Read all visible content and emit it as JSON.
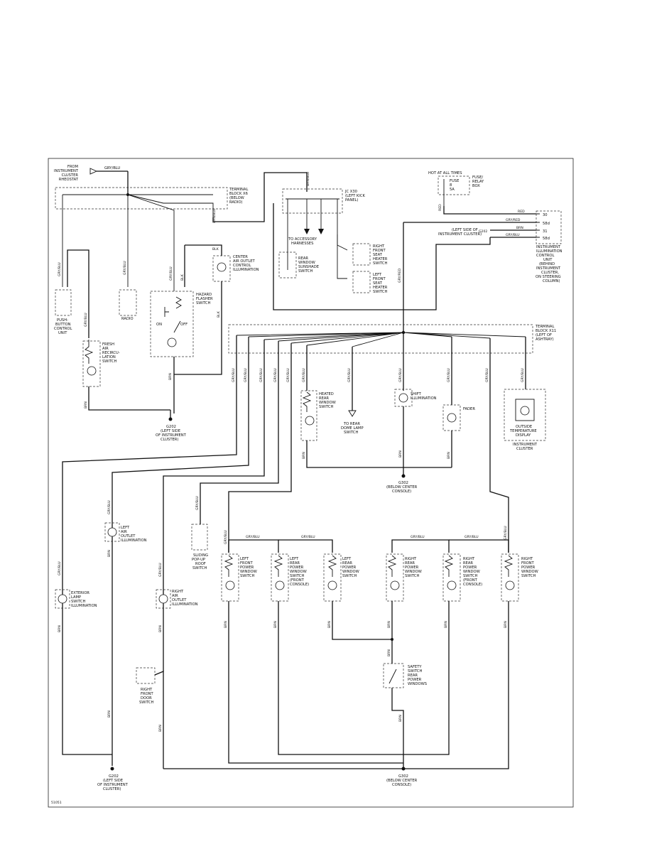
{
  "labels": {
    "from_rheostat": [
      "FROM",
      "INSTRUMENT",
      "CLUSTER",
      "RHEOSTAT"
    ],
    "tb_x6": [
      "TERMINAL",
      "BLOCK X6",
      "(BELOW",
      "RADIO)"
    ],
    "jc_x30": [
      "JC X30",
      "(LEFT KICK",
      "PANEL)"
    ],
    "hot": "HOT AT ALL TIMES",
    "fuse": [
      "FUSE",
      "8",
      "5A"
    ],
    "fuse_relay": [
      "FUSE/",
      "RELAY",
      "BOX"
    ],
    "g202_cluster": [
      "(LEFT SIDE OF",
      "INSTRUMENT CLUSTER)"
    ],
    "g202_ref": "G202",
    "icu": [
      "INSTRUMENT",
      "ILLUMINATION",
      "CONTROL",
      "UNIT",
      "(BEHIND",
      "INSTRUMENT",
      "CLUSTER,",
      "ON STEERING",
      "COLUMN)"
    ],
    "icu_pins": [
      "30",
      "58d",
      "31",
      "58d"
    ],
    "center_air": [
      "CENTER",
      "AIR OUTLET",
      "CONTROL",
      "ILLUMINATION"
    ],
    "accessory": [
      "TO ACCESSORY",
      "HARNESSES"
    ],
    "rear_sunshade": [
      "REAR",
      "WINDOW",
      "SUNSHADE",
      "SWITCH"
    ],
    "rf_seat": [
      "RIGHT",
      "FRONT",
      "SEAT",
      "HEATER",
      "SWITCH"
    ],
    "lf_seat": [
      "LEFT",
      "FRONT",
      "SEAT",
      "HEATER",
      "SWITCH"
    ],
    "push_button": [
      "PUSH-",
      "BUTTON",
      "CONTROL",
      "UNIT"
    ],
    "radio": "RADIO",
    "hazard": [
      "HAZARD",
      "FLASHER",
      "SWITCH"
    ],
    "hazard_on": "ON",
    "hazard_off": "OFF",
    "tb_x11": [
      "TERMINAL",
      "BLOCK X11",
      "(LEFT OF",
      "ASHTRAY)"
    ],
    "fresh_air": [
      "FRESH",
      "AIR",
      "RECIRCU-",
      "LATION",
      "SWITCH"
    ],
    "g202_a": [
      "G202",
      "(LEFT SIDE",
      "OF INSTRUMENT",
      "CLUSTER)"
    ],
    "heated_rear": [
      "HEATED",
      "REAR",
      "WINDOW",
      "SWITCH"
    ],
    "rear_dome": [
      "TO REAR",
      "DOME LAMP",
      "SWITCH"
    ],
    "shift": [
      "SHIFT",
      "ILLUMINATION"
    ],
    "fader": "FADER",
    "outside_temp": [
      "OUTSIDE",
      "TEMPERATURE",
      "DISPLAY"
    ],
    "inst_cluster": [
      "INSTRUMENT",
      "CLUSTER"
    ],
    "g302_a": [
      "G302",
      "(BELOW CENTER",
      "CONSOLE)"
    ],
    "left_air": [
      "LEFT",
      "AIR",
      "OUTLET",
      "ILLUMINATION"
    ],
    "sliding_roof": [
      "SLIDING",
      "POP-UP",
      "ROOF",
      "SWITCH"
    ],
    "lf_pw": [
      "LEFT",
      "FRONT",
      "POWER",
      "WINDOW",
      "SWITCH"
    ],
    "lr_pw_fc": [
      "LEFT",
      "REAR",
      "POWER",
      "WINDOW",
      "SWITCH",
      "(FRONT",
      "CONSOLE)"
    ],
    "lr_pw": [
      "LEFT",
      "REAR",
      "POWER",
      "WINDOW",
      "SWITCH"
    ],
    "rr_pw": [
      "RIGHT",
      "REAR",
      "POWER",
      "WINDOW",
      "SWITCH"
    ],
    "rr_pw_fc": [
      "RIGHT",
      "REAR",
      "POWER",
      "WINDOW",
      "SWITCH",
      "(FRONT",
      "CONSOLE)"
    ],
    "rf_pw": [
      "RIGHT",
      "FRONT",
      "POWER",
      "WINDOW",
      "SWITCH"
    ],
    "exterior_lamp": [
      "EXTERIOR",
      "LAMP",
      "SWITCH",
      "ILLUMINATION"
    ],
    "right_air": [
      "RIGHT",
      "AIR",
      "OUTLET",
      "ILLUMINATION"
    ],
    "safety": [
      "SAFETY",
      "SWITCH",
      "REAR",
      "POWER",
      "WINDOWS"
    ],
    "right_door": [
      "RIGHT",
      "FRONT",
      "DOOR",
      "SWITCH"
    ],
    "g202_b": [
      "G202",
      "(LEFT SIDE",
      "OF INSTRUMENT",
      "CLUSTER)"
    ],
    "g302_b": [
      "G302",
      "(BELOW CENTER",
      "CONSOLE)"
    ],
    "fig_id": "51051"
  },
  "wires": {
    "gry_blu": "GRY/BLU",
    "brn": "BRN",
    "blk": "BLK",
    "red": "RED",
    "gry_red": "GRY/RED",
    "brn_blu": "BRN/BLU"
  },
  "colors": {
    "line": "#111111",
    "background": "#ffffff"
  }
}
